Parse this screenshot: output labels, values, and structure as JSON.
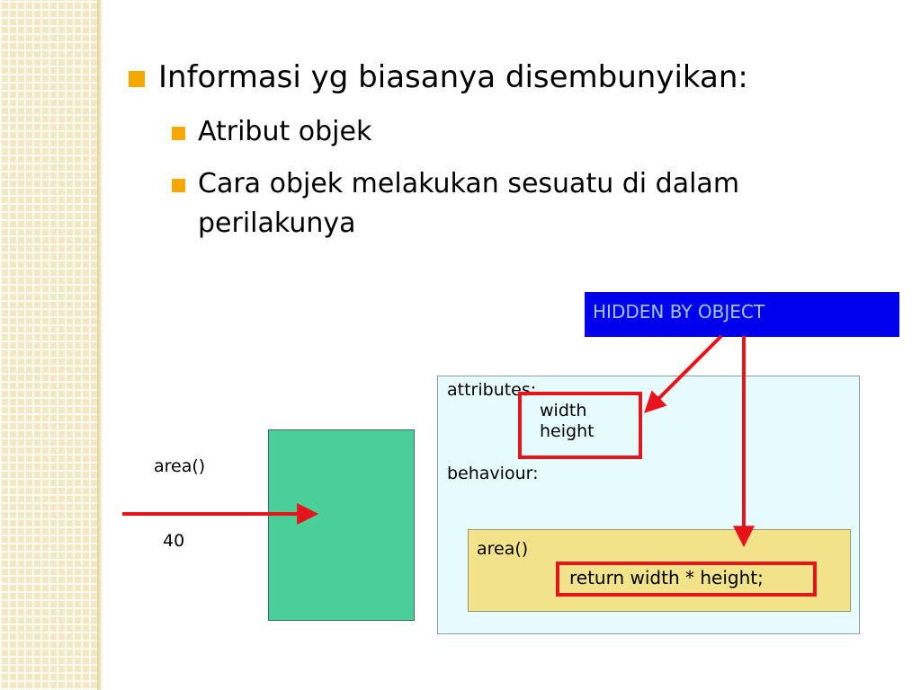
{
  "bullets": {
    "main": "Informasi yg biasanya disembunyikan:",
    "sub1": "Atribut objek",
    "sub2": "Cara objek melakukan sesuatu di dalam perilakunya"
  },
  "diagram": {
    "hidden_label": "HIDDEN BY OBJECT",
    "attributes_label": "attributes:",
    "attr_width": "width",
    "attr_height": "height",
    "attr_more": "...",
    "behaviour_label": "behaviour:",
    "method_name": "area()",
    "method_body": "return width * height;",
    "call_label": "area()",
    "result_value": "40"
  },
  "colors": {
    "accent": "#f5a800",
    "hidden_bg": "#0000ee",
    "hidden_text": "#9fc8ff",
    "arrow_red": "#e8141c",
    "object_bg": "#e6fbfb",
    "method_bg": "#f2e38a",
    "green_box": "#4bcf9a"
  }
}
